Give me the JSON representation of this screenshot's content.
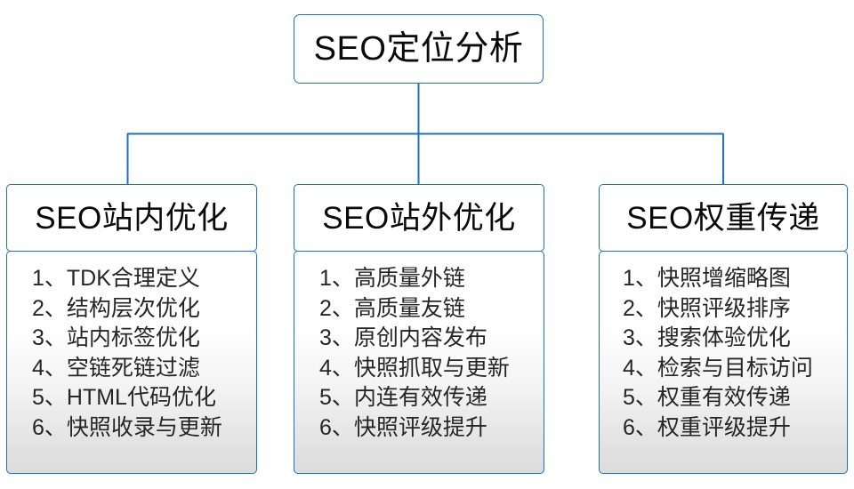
{
  "diagram": {
    "type": "org-tree",
    "root": {
      "label": "SEO定位分析"
    },
    "groups": [
      {
        "title": "SEO站内优化",
        "items": [
          "1、TDK合理定义",
          "2、结构层次优化",
          "3、站内标签优化",
          "4、空链死链过滤",
          "5、HTML代码优化",
          "6、快照收录与更新"
        ]
      },
      {
        "title": "SEO站外优化",
        "items": [
          "1、高质量外链",
          "2、高质量友链",
          "3、原创内容发布",
          "4、快照抓取与更新",
          "5、内连有效传递",
          "6、快照评级提升"
        ]
      },
      {
        "title": "SEO权重传递",
        "items": [
          "1、快照增缩略图",
          "2、快照评级排序",
          "3、搜索体验优化",
          "4、检索与目标访问",
          "5、权重有效传递",
          "6、权重评级提升"
        ]
      }
    ],
    "colors": {
      "border": "#1F6FC4",
      "connector": "#1F6FC4",
      "node_fill": "#FFFFFF",
      "body_fill_top": "#FFFFFF",
      "body_fill_bottom": "#DCDCDC",
      "text": "#0A0A0A",
      "item_text": "#262626",
      "background": "#FFFFFF"
    }
  }
}
